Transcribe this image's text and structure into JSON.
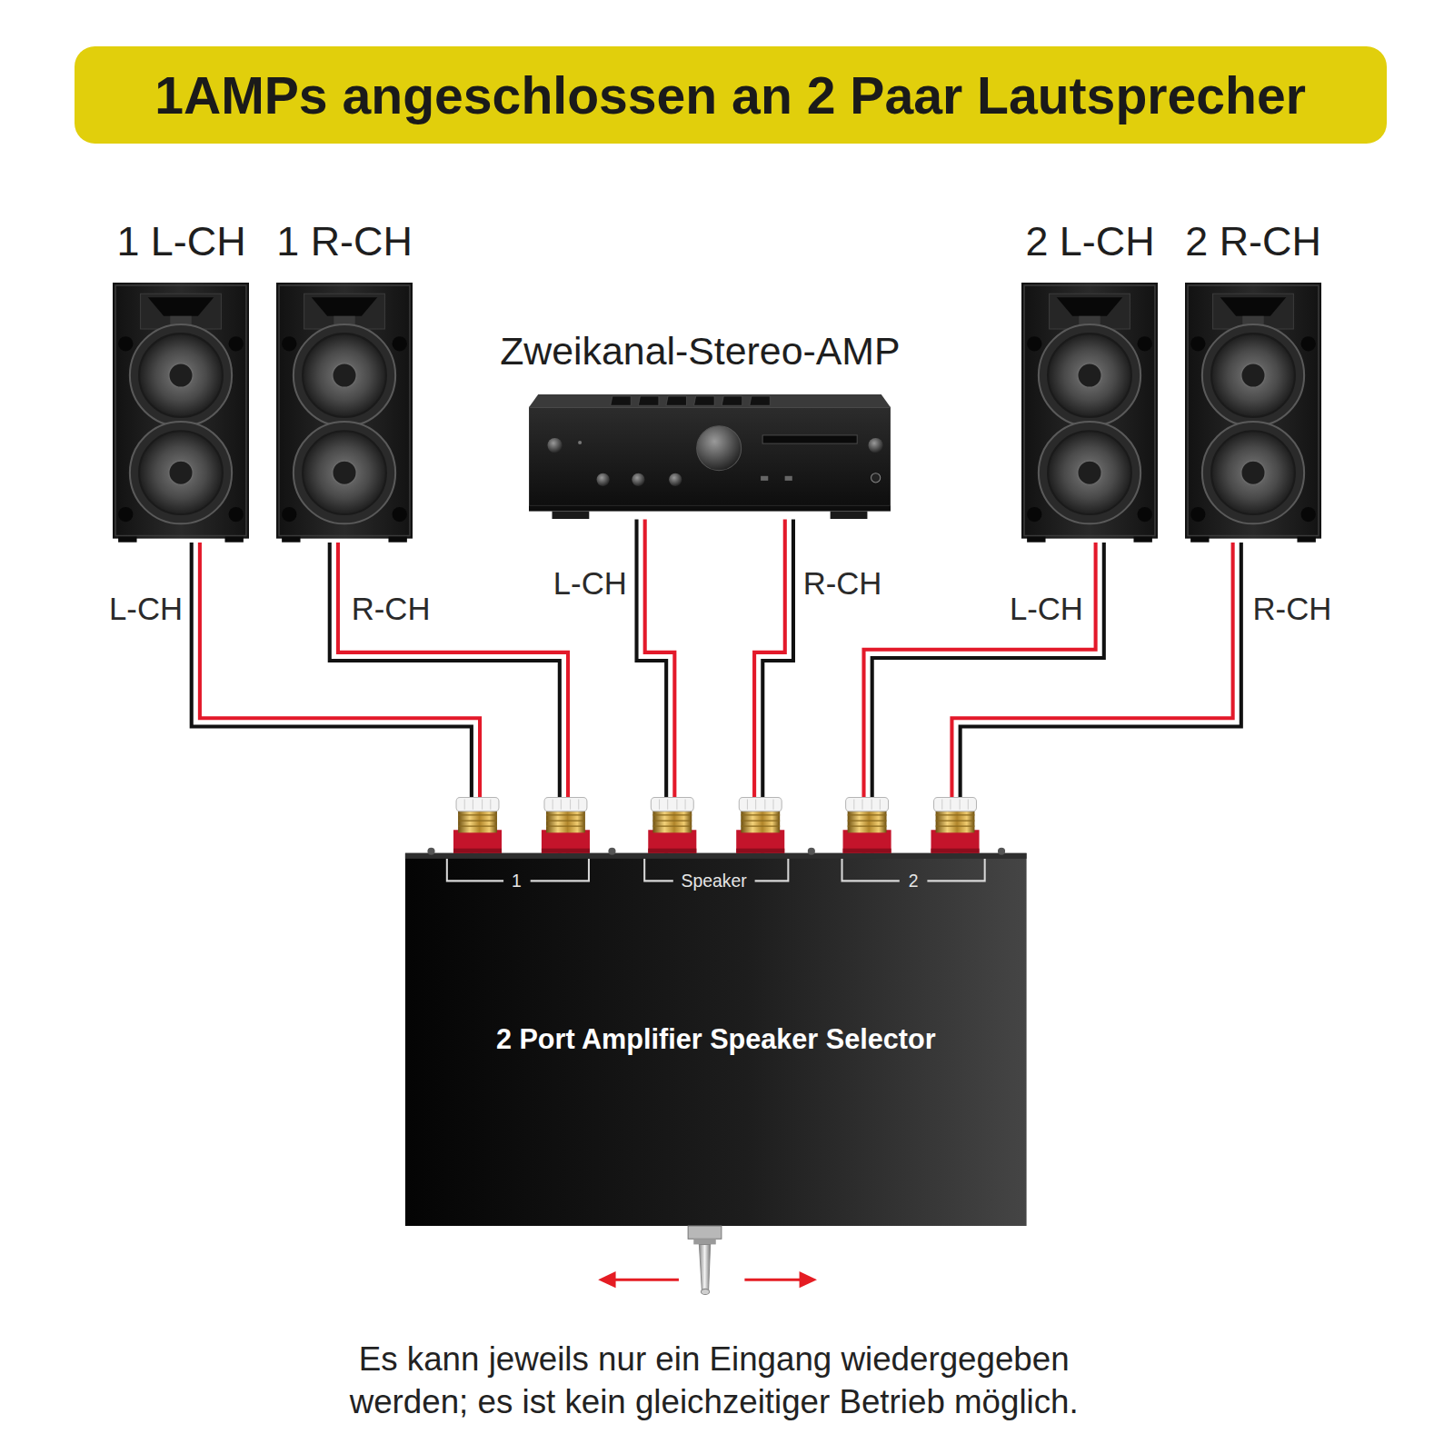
{
  "diagram": {
    "title": "1AMPs angeschlossen an 2 Paar Lautsprecher",
    "caption": "Es kann jeweils nur ein Eingang wiedergegeben werden; es ist kein gleichzeitiger Betrieb möglich.",
    "nodes": [
      {
        "text": [
          "1 L-CH"
        ]
      },
      {
        "text": [
          "1 R-CH"
        ]
      },
      {
        "text": [
          "Zweikanal-Stereo-AMP"
        ]
      },
      {
        "text": [
          "2 L-CH"
        ]
      },
      {
        "text": [
          "2 R-CH"
        ]
      },
      {
        "text": [
          "2 Port Amplifier Speaker Selector"
        ]
      }
    ],
    "edges": [
      {
        "from": 0,
        "to": 5,
        "label": "L-CH",
        "arrow": "none"
      },
      {
        "from": 1,
        "to": 5,
        "label": "R-CH",
        "arrow": "none"
      },
      {
        "from": 2,
        "to": 5,
        "label": "L-CH",
        "arrow": "none"
      },
      {
        "from": 2,
        "to": 5,
        "label": "R-CH",
        "arrow": "none"
      },
      {
        "from": 3,
        "to": 5,
        "label": "L-CH",
        "arrow": "none"
      },
      {
        "from": 4,
        "to": 5,
        "label": "R-CH",
        "arrow": "none"
      }
    ],
    "labels": [
      "1",
      "Speaker",
      "2"
    ]
  }
}
